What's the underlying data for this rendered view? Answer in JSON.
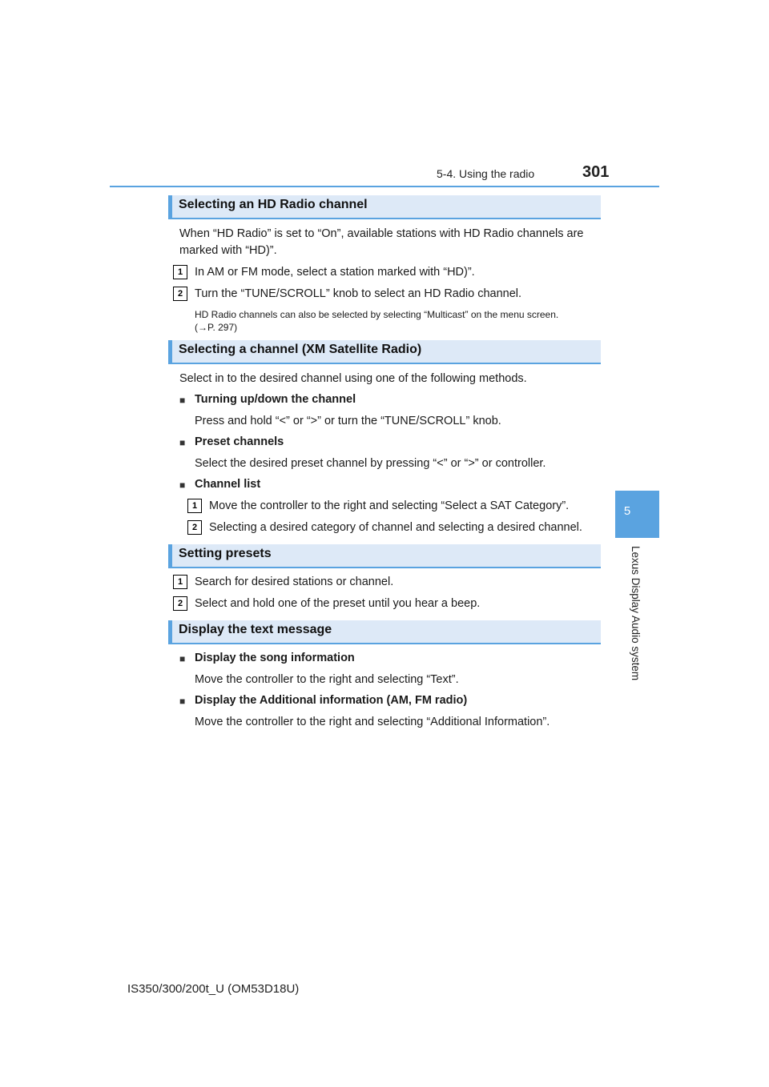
{
  "header": {
    "section": "5-4. Using the radio",
    "page_number": "301"
  },
  "side_tab": {
    "number": "5",
    "label": "Lexus Display Audio system"
  },
  "sections": {
    "hd": {
      "title": "Selecting an HD Radio channel",
      "intro_line1": "When “HD Radio” is set to “On”, available stations with HD Radio channels are",
      "intro_line2": "marked with “HD)”.",
      "step1_num": "1",
      "step1": "In AM or FM mode, select a station marked with “HD)”.",
      "step2_num": "2",
      "step2": "Turn the “TUNE/SCROLL” knob to select an HD Radio channel.",
      "note_line1": "HD Radio channels can also be selected by selecting “Multicast” on the menu screen.",
      "note_line2": "(→P. 297)"
    },
    "xm": {
      "title": "Selecting a channel (XM Satellite Radio)",
      "intro": "Select in to the desired channel using one of the following methods.",
      "bullet_glyph": "■",
      "item1_title": "Turning up/down the channel",
      "item1_text": "Press and hold “<” or “>” or turn the “TUNE/SCROLL” knob.",
      "item2_title": "Preset channels",
      "item2_text": "Select the desired preset channel by pressing “<” or “>” or controller.",
      "item3_title": "Channel list",
      "item3_step1_num": "1",
      "item3_step1": "Move the controller to the right and selecting “Select a SAT Category”.",
      "item3_step2_num": "2",
      "item3_step2": "Selecting a desired category of channel and selecting a desired channel."
    },
    "presets": {
      "title": "Setting presets",
      "step1_num": "1",
      "step1": "Search for desired stations or channel.",
      "step2_num": "2",
      "step2": "Select and hold one of the preset until you hear a beep."
    },
    "text_msg": {
      "title": "Display the text message",
      "item1_title": "Display the song information",
      "item1_text": "Move the controller to the right and selecting “Text”.",
      "item2_title": "Display the Additional information (AM, FM radio)",
      "item2_text": "Move the controller to the right and selecting “Additional Information”."
    }
  },
  "footer": {
    "model_code": "IS350/300/200t_U (OM53D18U)"
  },
  "colors": {
    "accent": "#5aa3e0",
    "heading_bg": "#dde9f7"
  }
}
